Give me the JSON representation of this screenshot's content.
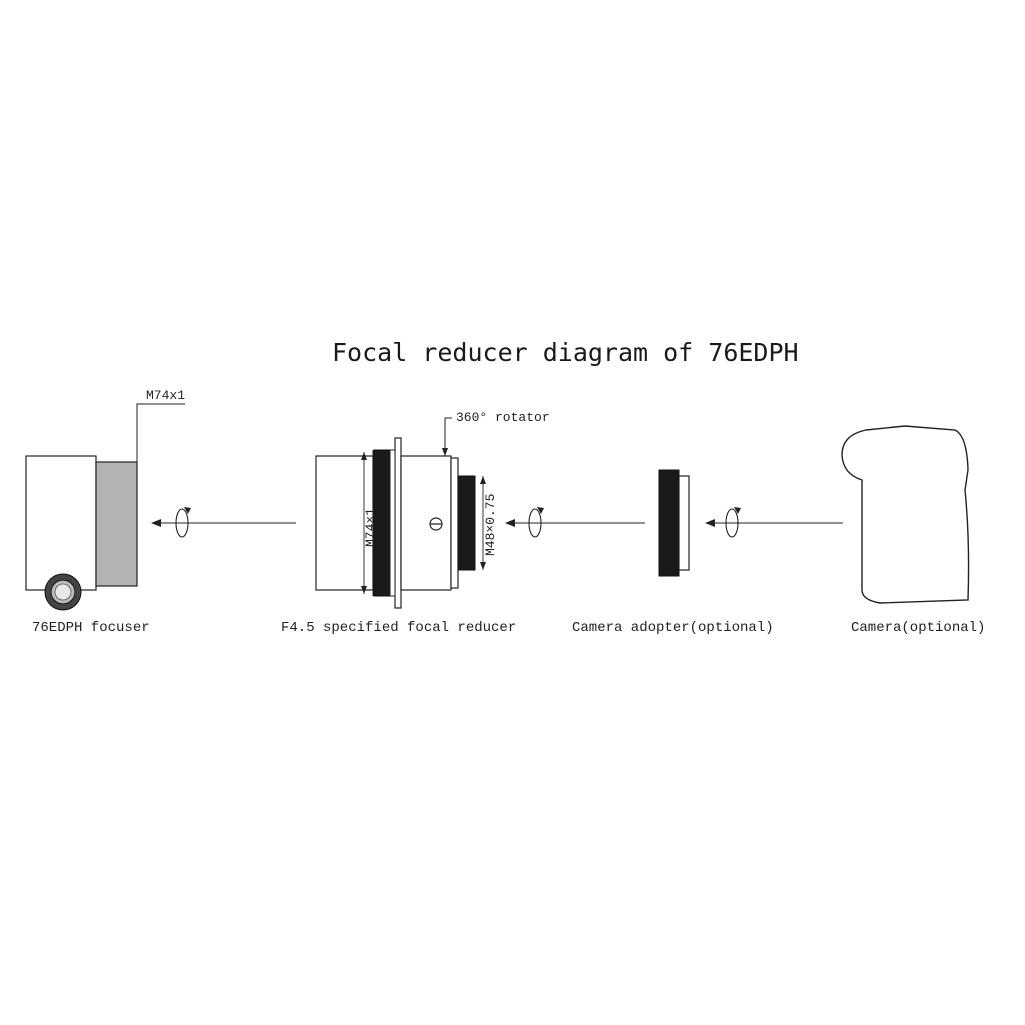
{
  "title": "Focal reducer diagram of 76EDPH",
  "labels": {
    "focuser": "76EDPH focuser",
    "reducer": "F4.5 specified focal reducer",
    "adapter": "Camera adopter(optional)",
    "camera": "Camera(optional)"
  },
  "callouts": {
    "focuser_thread": "M74x1",
    "rotator": "360° rotator",
    "reducer_thread_front": "M74×1",
    "reducer_thread_rear": "M48×0.75"
  },
  "icons": [
    "arrow-left-icon",
    "rotation-icon"
  ],
  "colors": {
    "line": "#222222",
    "fill_dark": "#1a1a1a",
    "fill_gray": "#b4b4b4"
  }
}
